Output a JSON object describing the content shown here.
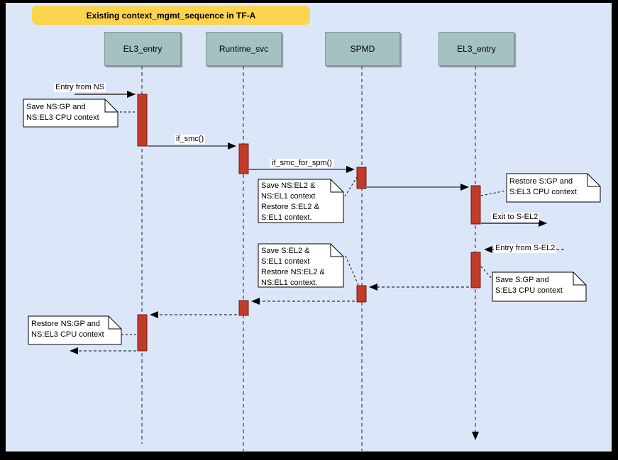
{
  "colors": {
    "frame": "#000000",
    "background": "#dce6f9",
    "banner": "#fcd44f",
    "lifeline_header": "#a3c2c0",
    "activation": "#c13b2a",
    "activation_border": "#6f1a0c",
    "note_bg": "#ffffff"
  },
  "title": "Existing context_mgmt_sequence in TF-A",
  "lifelines": [
    {
      "label": "EL3_entry"
    },
    {
      "label": "Runtime_svc"
    },
    {
      "label": "SPMD"
    },
    {
      "label": "EL3_entry"
    }
  ],
  "messages": {
    "entry_from_ns": "Entry from NS",
    "if_smc": "if_smc()",
    "if_smc_for_spm": "if_smc_for_spm()",
    "exit_to_s_el2": "Exit to S-EL2",
    "entry_from_s_el2": "Entry from S-EL2"
  },
  "notes": {
    "save_ns_gp": "Save NS:GP and\nNS:EL3 CPU context",
    "save_ns_el2": "Save NS:EL2 &\nNS:EL1 context\nRestore S:EL2 &\nS:EL1 context.",
    "restore_s_gp": "Restore S:GP and\nS:EL3 CPU context",
    "save_s_el2": "Save S:EL2 &\nS:EL1 context\nRestore NS:EL2 &\nNS:EL1 context.",
    "save_s_gp": "Save S:GP and\nS:EL3 CPU context",
    "restore_ns_gp": "Restore NS:GP and\nNS:EL3 CPU context"
  }
}
